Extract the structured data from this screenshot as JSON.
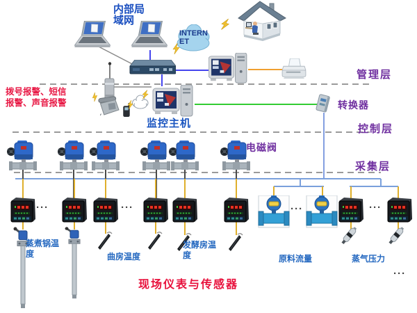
{
  "colors": {
    "layer_label_purple": "#7030a0",
    "blue_label": "#2468c0",
    "red_label": "#e8113c",
    "network_line_blue": "#4444ee",
    "link_green": "#33cc33",
    "link_orange": "#f0a030",
    "bus_blue": "#7aa0dc",
    "drop_yellow": "#dfaf2b",
    "dash_gray": "#9a9a9a",
    "internet_cloud_fill": "#a5d4ee"
  },
  "icons": [
    "laptop-icon",
    "internet-cloud-icon",
    "house-icon",
    "network-switch-icon",
    "desktop-pc-icon",
    "printer-icon",
    "gsm-modem-icon",
    "telephone-icon",
    "message-cloud-icon",
    "cellphone-icon",
    "lightning-icon",
    "converter-icon",
    "solenoid-valve-icon",
    "temp-controller-icon",
    "thermocouple-icon",
    "probe-icon",
    "flowmeter-icon",
    "pressure-transmitter-icon"
  ],
  "top": {
    "lan_label": "内部局域网",
    "internet_label": "INTERNET"
  },
  "layers": {
    "management": "管理层",
    "control": "控制层",
    "acquisition": "采集层"
  },
  "middle": {
    "alarm_label": "拨号报警、短信报警、声音报警",
    "host_label": "监控主机",
    "converter_label": "转换器",
    "valve_label": "电磁阀"
  },
  "bottom": {
    "title": "现场仪表与传感器",
    "sensor_labels": [
      {
        "text": "蒸煮锅温度"
      },
      {
        "text": "曲房温度"
      },
      {
        "text": "发酵房温度"
      },
      {
        "text": "原料流量"
      },
      {
        "text": "蒸气压力"
      }
    ],
    "ellipsis": "···"
  }
}
